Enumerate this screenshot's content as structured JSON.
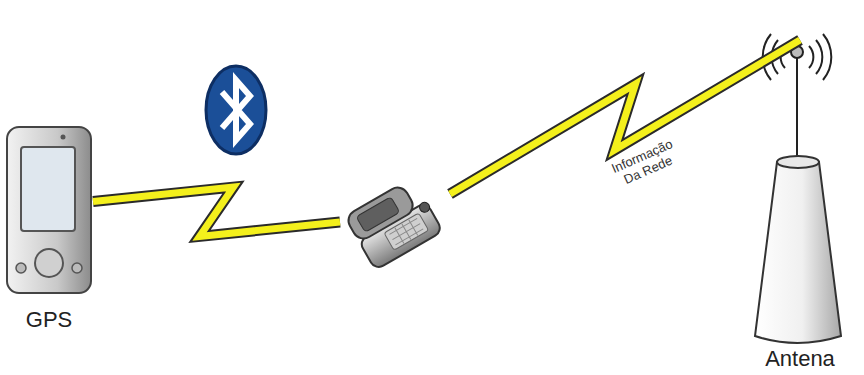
{
  "diagram": {
    "nodes": [
      {
        "text": [
          "GPS"
        ]
      },
      {
        "text": []
      },
      {
        "text": [
          "Antena"
        ]
      }
    ],
    "edges": [
      {
        "from": 0,
        "to": 1,
        "arrow": "none"
      },
      {
        "from": 1,
        "to": 2,
        "label": "Informação Da Rede",
        "arrow": "none"
      }
    ]
  }
}
